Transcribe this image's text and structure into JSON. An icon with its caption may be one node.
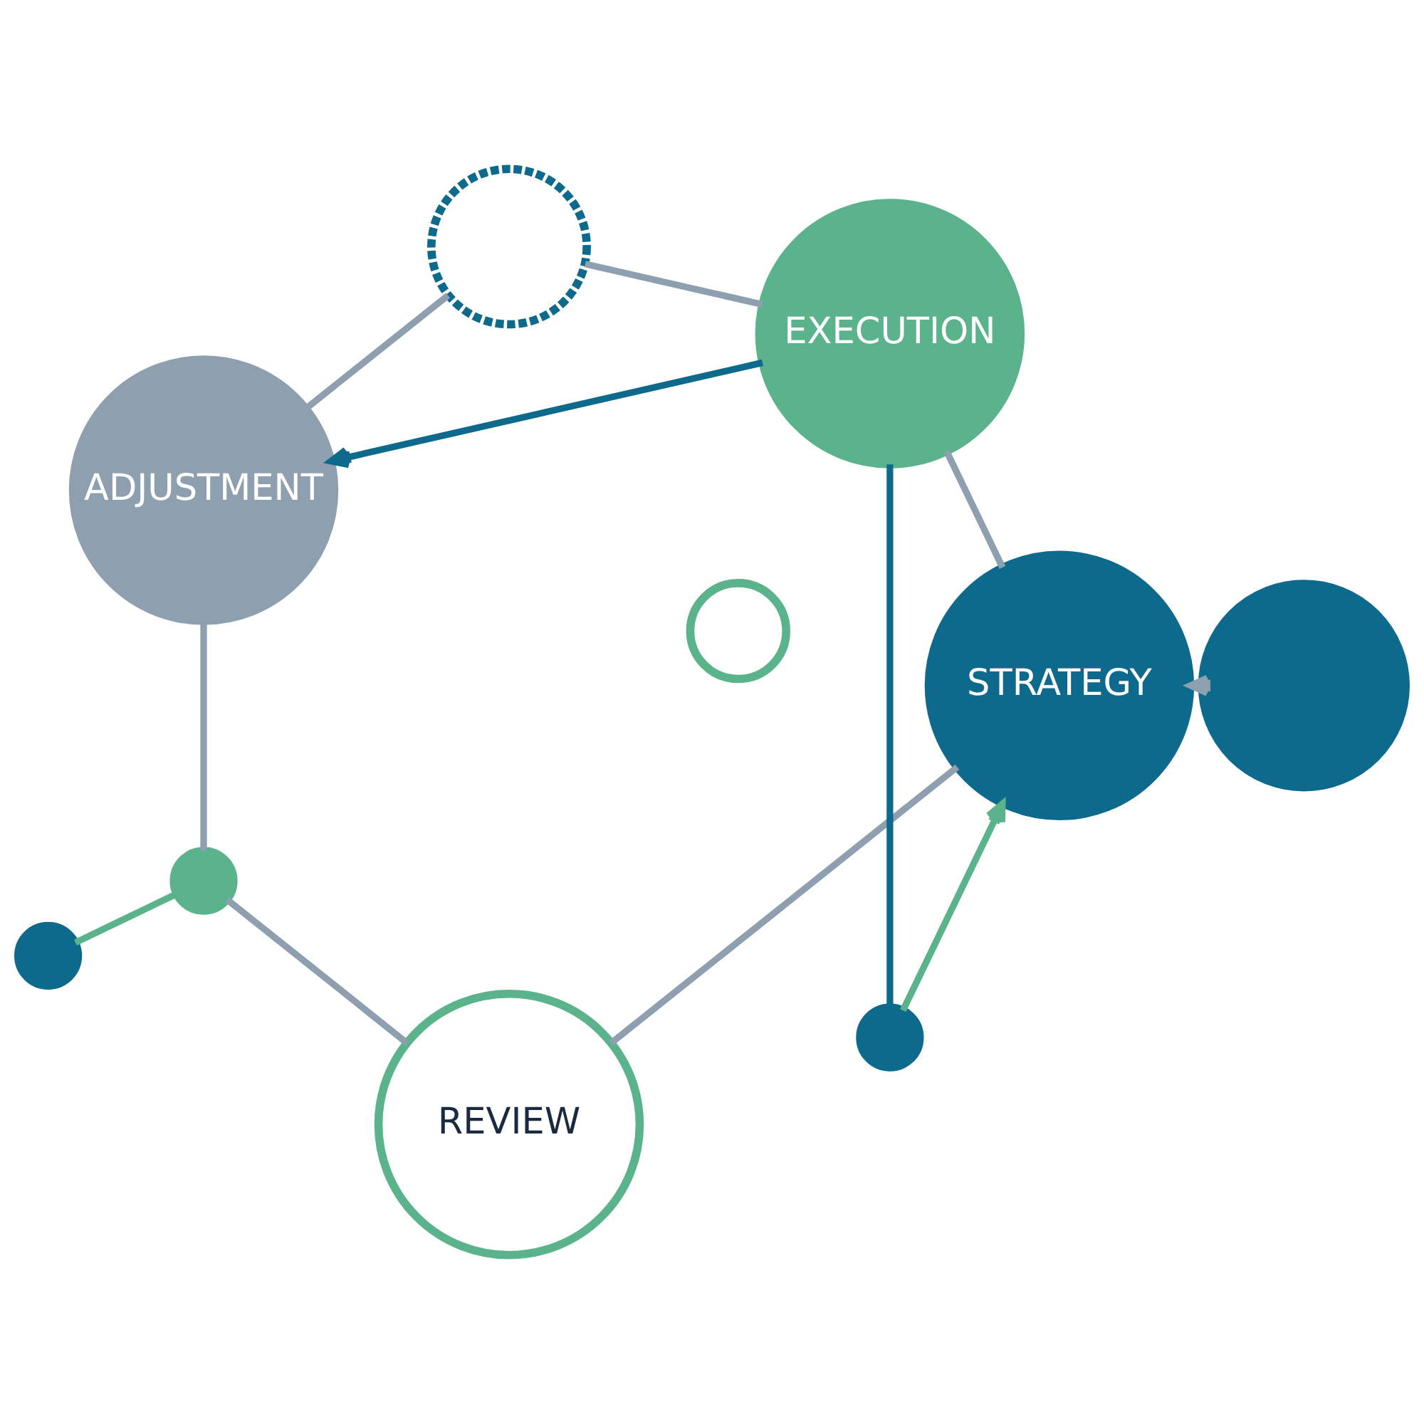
{
  "diagram": {
    "nodes": [
      {
        "text": [
          "STRATEGY"
        ]
      },
      {
        "text": [
          "REVIEW"
        ]
      },
      {
        "text": [
          "ADJUSTMENT"
        ]
      },
      {
        "text": [
          "EXECUTION"
        ]
      },
      {
        "text": [],
        "shape": "circle"
      },
      {
        "text": [],
        "shape": "circle"
      },
      {
        "text": [],
        "shape": "gear"
      },
      {
        "text": [],
        "shape": "circle"
      },
      {
        "text": [],
        "shape": "circle"
      },
      {
        "text": [],
        "shape": "circle"
      }
    ],
    "edges": [
      {
        "from": 0,
        "to": 1,
        "arrow": "none"
      },
      {
        "from": 1,
        "to": 8,
        "arrow": "none"
      },
      {
        "from": 8,
        "to": 2,
        "arrow": "none"
      },
      {
        "from": 2,
        "to": 7,
        "arrow": "none"
      },
      {
        "from": 7,
        "to": 3,
        "arrow": "none"
      },
      {
        "from": 3,
        "to": 0,
        "arrow": "none"
      },
      {
        "from": 4,
        "to": 0,
        "arrow": "to",
        "color": "#5ab38a"
      },
      {
        "from": 4,
        "to": 3,
        "arrow": "none",
        "color": "#0d6a8c"
      },
      {
        "from": 6,
        "to": 0,
        "arrow": "to"
      },
      {
        "from": 3,
        "to": 2,
        "arrow": "to",
        "color": "#0d6a8c"
      },
      {
        "from": 8,
        "to": 9,
        "arrow": "none",
        "color": "#5ab38a"
      }
    ]
  }
}
